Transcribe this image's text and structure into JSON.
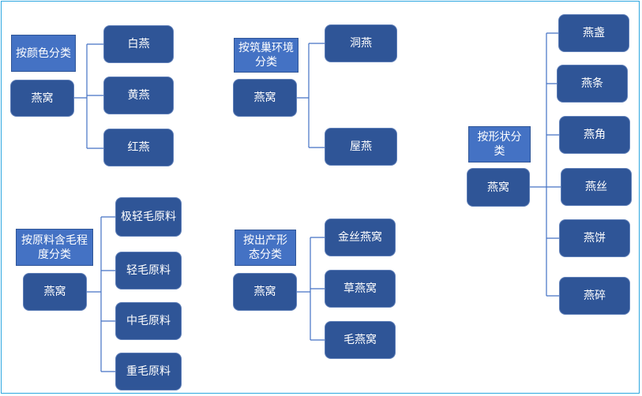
{
  "groups": {
    "color": {
      "category": "按颜色分类",
      "root": "燕窝",
      "items": [
        "白燕",
        "黄燕",
        "红燕"
      ]
    },
    "nest_env": {
      "category": "按筑巢环境分类",
      "root": "燕窝",
      "items": [
        "洞燕",
        "屋燕"
      ]
    },
    "shape": {
      "category": "按形状分类",
      "root": "燕窝",
      "items": [
        "燕盏",
        "燕条",
        "燕角",
        "燕丝",
        "燕饼",
        "燕碎"
      ]
    },
    "feather": {
      "category": "按原料含毛程度分类",
      "root": "燕窝",
      "items": [
        "极轻毛原料",
        "轻毛原料",
        "中毛原料",
        "重毛原料"
      ]
    },
    "product": {
      "category": "按出产形态分类",
      "root": "燕窝",
      "items": [
        "金丝燕窝",
        "草燕窝",
        "毛燕窝"
      ]
    }
  },
  "colors": {
    "box_fill": "#2f5597",
    "category_fill": "#4472c4",
    "connector": "#4472c4",
    "frame": "#2ea7e0"
  }
}
